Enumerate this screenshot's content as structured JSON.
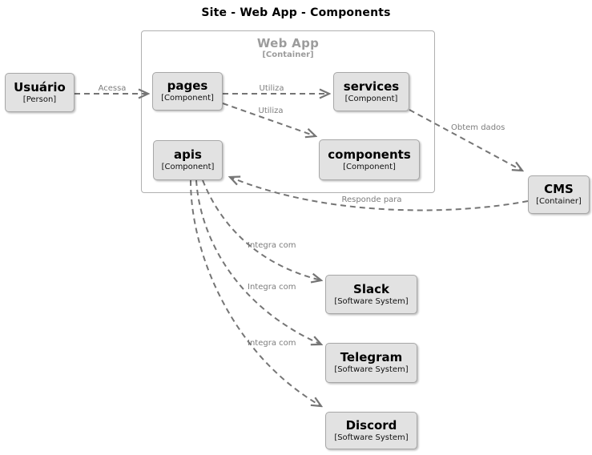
{
  "title": "Site - Web App - Components",
  "container": {
    "name": "Web App",
    "type": "[Container]"
  },
  "nodes": [
    {
      "id": "usuario",
      "name": "Usuário",
      "type": "[Person]"
    },
    {
      "id": "pages",
      "name": "pages",
      "type": "[Component]"
    },
    {
      "id": "services",
      "name": "services",
      "type": "[Component]"
    },
    {
      "id": "apis",
      "name": "apis",
      "type": "[Component]"
    },
    {
      "id": "components",
      "name": "components",
      "type": "[Component]"
    },
    {
      "id": "cms",
      "name": "CMS",
      "type": "[Container]"
    },
    {
      "id": "slack",
      "name": "Slack",
      "type": "[Software System]"
    },
    {
      "id": "telegram",
      "name": "Telegram",
      "type": "[Software System]"
    },
    {
      "id": "discord",
      "name": "Discord",
      "type": "[Software System]"
    }
  ],
  "edges": [
    {
      "from": "usuario",
      "to": "pages",
      "label": "Acessa"
    },
    {
      "from": "pages",
      "to": "services",
      "label": "Utiliza"
    },
    {
      "from": "pages",
      "to": "components",
      "label": "Utiliza"
    },
    {
      "from": "services",
      "to": "cms",
      "label": "Obtem dados"
    },
    {
      "from": "cms",
      "to": "apis",
      "label": "Responde para"
    },
    {
      "from": "apis",
      "to": "slack",
      "label": "Integra com"
    },
    {
      "from": "apis",
      "to": "telegram",
      "label": "Integra com"
    },
    {
      "from": "apis",
      "to": "discord",
      "label": "Integra com"
    }
  ],
  "colors": {
    "node_fill": "#e2e2e2",
    "node_border": "#a7a7a7",
    "node_text": "#000000",
    "boundary_border": "#b0b0b0",
    "boundary_text": "#9c9c9c",
    "edge": "#757575",
    "edge_label": "#7d7d7d",
    "title_text": "#000000",
    "background": "#ffffff"
  }
}
